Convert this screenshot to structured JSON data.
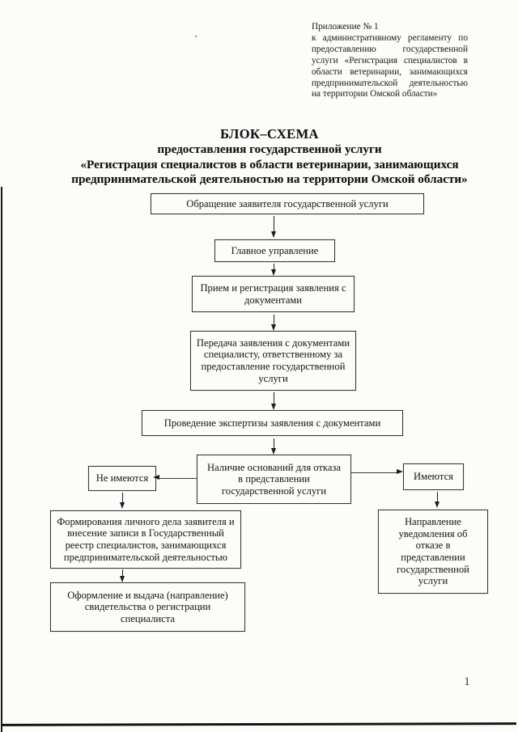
{
  "page": {
    "page_number": "1"
  },
  "annotation": {
    "lines": [
      "Приложение № 1",
      "к административному регламенту по",
      "предоставлению государственной",
      "услуги «Регистрация специалистов в",
      "области ветеринарии, занимающихся",
      "предпринимательской деятельностью",
      "на территории Омской области»"
    ]
  },
  "title": {
    "line1": "БЛОК–СХЕМА",
    "line2": "предоставления государственной услуги",
    "line3": "«Регистрация специалистов в области ветеринарии, занимающихся",
    "line4": "предпринимательской деятельностью на территории Омской области»"
  },
  "flowchart": {
    "boxes": {
      "application": {
        "lines": [
          "Обращение заявителя государственной услуги"
        ]
      },
      "main_department": {
        "lines": [
          "Главное управление"
        ]
      },
      "reception": {
        "lines": [
          "Прием и регистрация заявления с",
          "документами"
        ]
      },
      "transfer": {
        "lines": [
          "Передача заявления с документами",
          "специалисту, ответственному за",
          "предоставление государственной",
          "услуги"
        ]
      },
      "expertise": {
        "lines": [
          "Проведение экспертизы заявления с документами"
        ]
      },
      "decision": {
        "lines": [
          "Наличие оснований для отказа",
          "в представлении",
          "государственной услуги"
        ]
      },
      "no_grounds": {
        "lines": [
          "Не имеются"
        ]
      },
      "grounds_exist": {
        "lines": [
          "Имеются"
        ]
      },
      "formation": {
        "lines": [
          "Формирования личного дела заявителя и",
          "внесение записи в Государственный",
          "реестр специалистов, занимающихся",
          "предпринимательской деятельностью"
        ]
      },
      "issue": {
        "lines": [
          "Оформление и выдача (направление)",
          "свидетельства о регистрации",
          "специалиста"
        ]
      },
      "notification": {
        "lines": [
          "Направление",
          "уведомления об",
          "отказе в",
          "представлении",
          "государственной",
          "услуги"
        ]
      }
    }
  },
  "colors": {
    "ink": "#1d1d1d",
    "border": "#353535",
    "paper": "#fcfcfa"
  }
}
